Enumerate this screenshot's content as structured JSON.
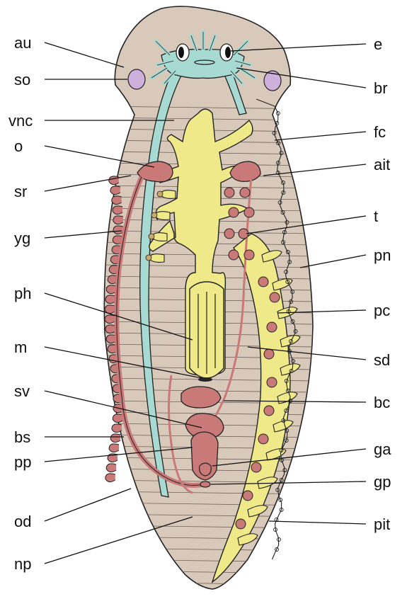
{
  "diagram": {
    "colors": {
      "body": "#d8c9bb",
      "nerve": "#a7dad3",
      "gut": "#f0e98a",
      "repro": "#c97978",
      "spot": "#cfb0dc",
      "outline": "#222222"
    },
    "labels_left": {
      "au": "au",
      "so": "so",
      "vnc": "vnc",
      "o": "o",
      "sr": "sr",
      "yg": "yg",
      "ph": "ph",
      "m": "m",
      "sv": "sv",
      "bs": "bs",
      "pp": "pp",
      "od": "od",
      "np": "np"
    },
    "labels_right": {
      "e": "e",
      "br": "br",
      "fc": "fc",
      "ait": "ait",
      "t": "t",
      "pn": "pn",
      "pc": "pc",
      "sd": "sd",
      "bc": "bc",
      "ga": "ga",
      "gp": "gp",
      "pit": "pit"
    }
  }
}
